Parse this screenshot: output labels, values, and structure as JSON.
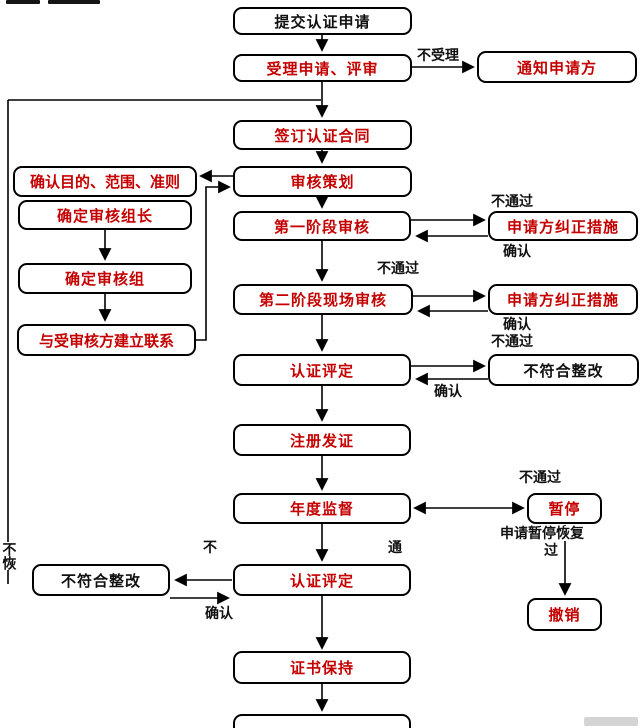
{
  "nodes": {
    "submit": "提交认证申请",
    "accept": "受理申请、评审",
    "notify": "通知申请方",
    "contract": "签订认证合同",
    "plan": "审核策划",
    "confirm_purpose": "确认目的、范围、准则",
    "team_leader": "确定审核组长",
    "team": "确定审核组",
    "contact": "与受审核方建立联系",
    "stage1": "第一阶段审核",
    "corrective1": "申请方纠正措施",
    "stage2": "第二阶段现场审核",
    "corrective2": "申请方纠正措施",
    "evaluate1": "认证评定",
    "rectify_right": "不符合整改",
    "issue": "注册发证",
    "annual": "年度监督",
    "suspend": "暂停",
    "revoke": "撤销",
    "rectify_left": "不符合整改",
    "evaluate2": "认证评定",
    "maintain": "证书保持"
  },
  "edge_labels": {
    "not_accepted": "不受理",
    "fail_stage1": "不通过",
    "confirm_stage1": "确认",
    "fail_stage2": "不通过",
    "confirm_stage2": "确认",
    "fail_evaluate": "不通过",
    "confirm_evaluate": "确认",
    "fail_annual": "不通过",
    "apply_resume": "申请暂停恢复",
    "pass_to_revoke": "过",
    "fail_short": "不",
    "pass_short": "通",
    "confirm_rectify": "确认",
    "not_restored": "不恢"
  },
  "colors": {
    "red": "#c40000",
    "black": "#111111"
  }
}
